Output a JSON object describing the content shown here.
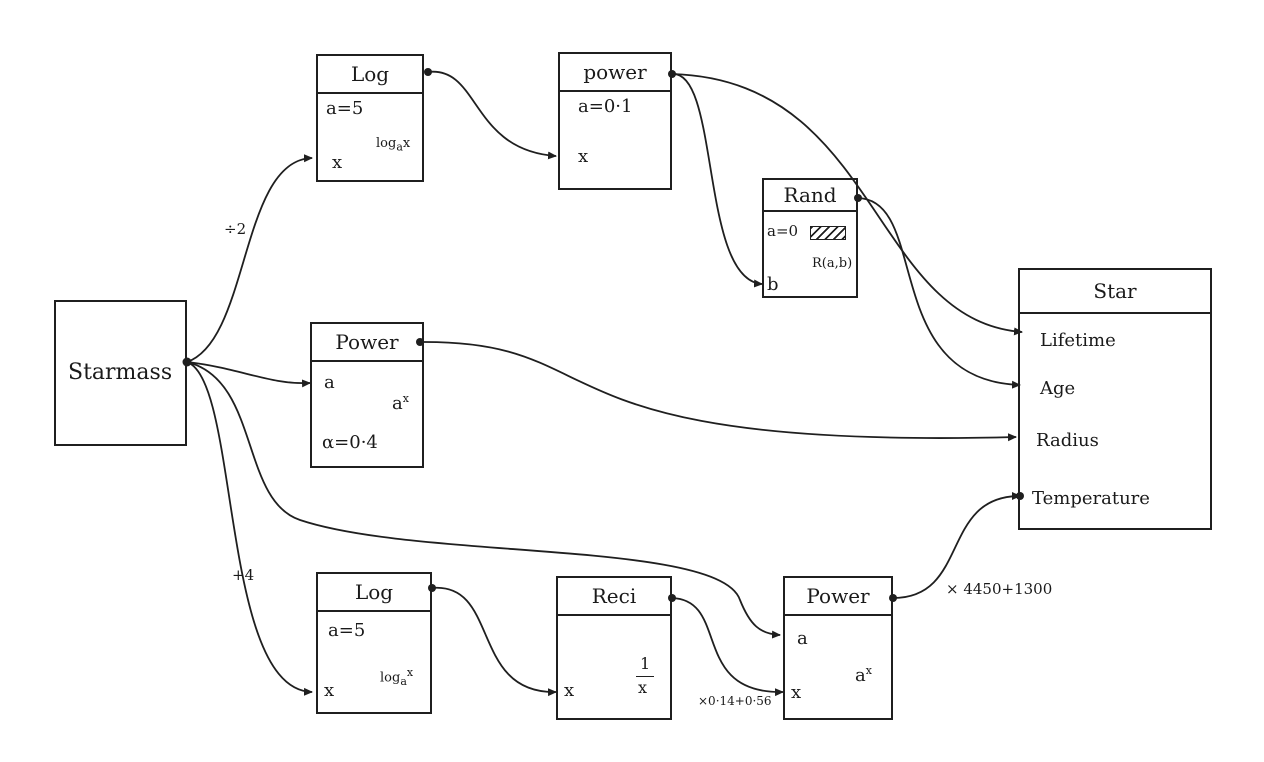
{
  "nodes": {
    "starmass": {
      "title": "Starmass"
    },
    "log_top": {
      "title": "Log",
      "param": "a=5",
      "input": "x",
      "formula_main": "log",
      "formula_sub": "a",
      "formula_arg": "x"
    },
    "power_top": {
      "title": "power",
      "param": "a=0·1",
      "input": "x"
    },
    "rand": {
      "title": "Rand",
      "param": "a=0",
      "input": "b",
      "formula": "R(a,b)"
    },
    "power_mid": {
      "title": "Power",
      "input": "a",
      "formula_base": "a",
      "formula_exp": "x",
      "param": "α=0·4"
    },
    "star": {
      "title": "Star",
      "ports": [
        "Lifetime",
        "Age",
        "Radius",
        "Temperature"
      ]
    },
    "log_bottom": {
      "title": "Log",
      "param": "a=5",
      "input": "x",
      "formula_main": "log",
      "formula_sub": "a",
      "formula_sup": "x"
    },
    "reci": {
      "title": "Reci",
      "input": "x",
      "formula_num": "1",
      "formula_den": "x"
    },
    "power_bottom": {
      "title": "Power",
      "input_a": "a",
      "input_x": "x",
      "formula_base": "a",
      "formula_exp": "x"
    }
  },
  "edge_labels": {
    "div2": "÷2",
    "plus4": "+4",
    "scale_temp": "× 4450+1300",
    "scale_reci": "×0·14+0·56"
  },
  "colors": {
    "ink": "#1f1f1f",
    "paper": "#ffffff"
  }
}
